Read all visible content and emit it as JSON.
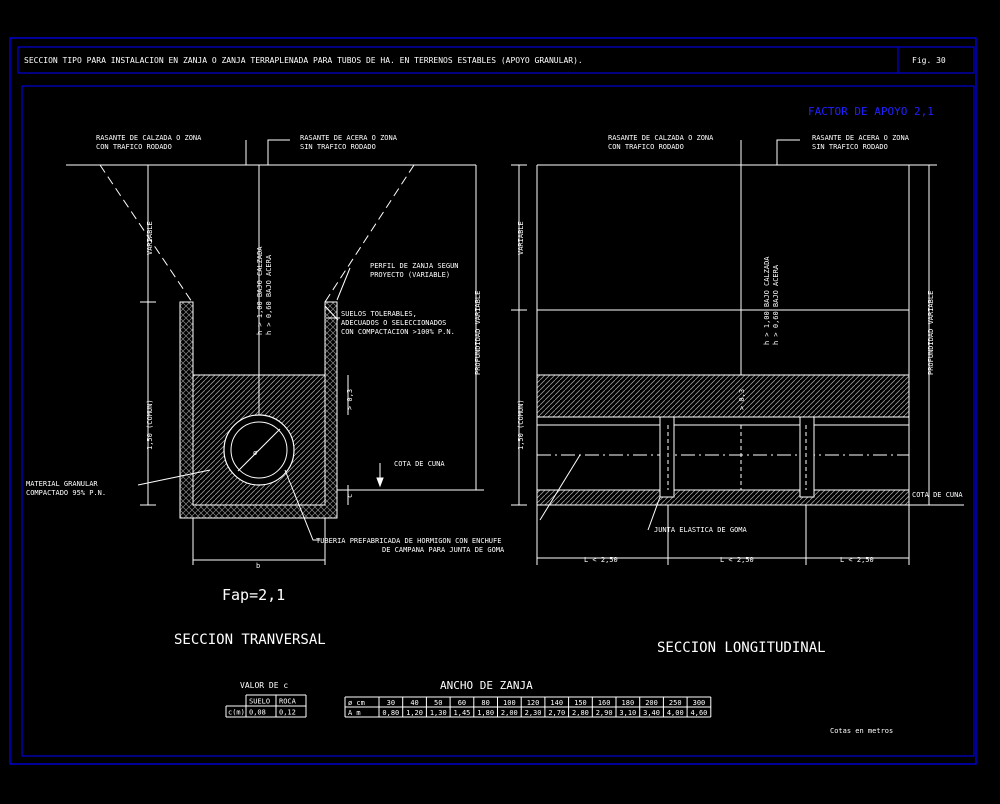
{
  "title_block": {
    "title": "SECCION TIPO PARA INSTALACION EN ZANJA O ZANJA TERRAPLENADA PARA TUBOS DE HA. EN TERRENOS ESTABLES (APOYO GRANULAR).",
    "figure": "Fig. 30"
  },
  "factor": "FACTOR DE APOYO 2,1",
  "transversal": {
    "rasante_calzada_1": "RASANTE DE CALZADA O ZONA",
    "rasante_calzada_2": "CON TRAFICO RODADO",
    "rasante_acera_1": "RASANTE DE ACERA O ZONA",
    "rasante_acera_2": "SIN TRAFICO RODADO",
    "variable": "VARIABLE",
    "h_calzada": "h > 1,00 BAJO CALZADA",
    "h_acera": "h > 0,60 BAJO ACERA",
    "perfil_1": "PERFIL DE ZANJA SEGUN",
    "perfil_2": "PROYECTO (VARIABLE)",
    "suelos_1": "SUELOS TOLERABLES,",
    "suelos_2": "ADECUADOS O SELECCIONADOS",
    "suelos_3": "CON COMPACTACION >100% P.N.",
    "profundidad": "PROFUNDIDAD VARIABLE",
    "comun": "1,50 (COMUN)",
    "cover": "> 0,3",
    "diameter": "ø",
    "cota": "COTA DE CUNA",
    "c_label": "c",
    "material_1": "MATERIAL GRANULAR",
    "material_2": "COMPACTADO 95% P.N.",
    "tuberia_1": "TUBERIA PREFABRICADA DE HORMIGON CON ENCHUFE",
    "tuberia_2": "DE CAMPANA PARA JUNTA DE GOMA",
    "b_label": "b",
    "fap": "Fap=2,1",
    "section_title": "SECCION TRANVERSAL"
  },
  "longitudinal": {
    "rasante_calzada_1": "RASANTE DE CALZADA O ZONA",
    "rasante_calzada_2": "CON TRAFICO RODADO",
    "rasante_acera_1": "RASANTE DE ACERA O ZONA",
    "rasante_acera_2": "SIN TRAFICO RODADO",
    "variable": "VARIABLE",
    "h_calzada": "h > 1,00 BAJO CALZADA",
    "h_acera": "h > 0,60 BAJO ACERA",
    "profundidad": "PROFUNDIDAD VARIABLE",
    "comun": "1,50 (COMUN)",
    "cover": "> 0,3",
    "cota": "COTA DE CUNA",
    "junta": "JUNTA ELASTICA DE GOMA",
    "l1": "L < 2,50",
    "l2": "L < 2,50",
    "l3": "L < 2,50",
    "section_title": "SECCION LONGITUDINAL"
  },
  "valor_c": {
    "title": "VALOR DE c",
    "headers": [
      "SUELO",
      "ROCA"
    ],
    "row_label": "c(m)",
    "values": [
      "0,08",
      "0,12"
    ]
  },
  "ancho": {
    "title": "ANCHO DE ZANJA",
    "row1_label": "ø cm",
    "row1": [
      "30",
      "40",
      "50",
      "60",
      "80",
      "100",
      "120",
      "140",
      "150",
      "160",
      "180",
      "200",
      "250",
      "300"
    ],
    "row2_label": "A m",
    "row2": [
      "0,80",
      "1,20",
      "1,30",
      "1,45",
      "1,80",
      "2,00",
      "2,30",
      "2,70",
      "2,80",
      "2,90",
      "3,10",
      "3,40",
      "4,00",
      "4,60"
    ]
  },
  "note": "Cotas en metros",
  "colors": {
    "frame": "#0000ff",
    "line": "#ffffff",
    "accent": "#2020ff"
  }
}
